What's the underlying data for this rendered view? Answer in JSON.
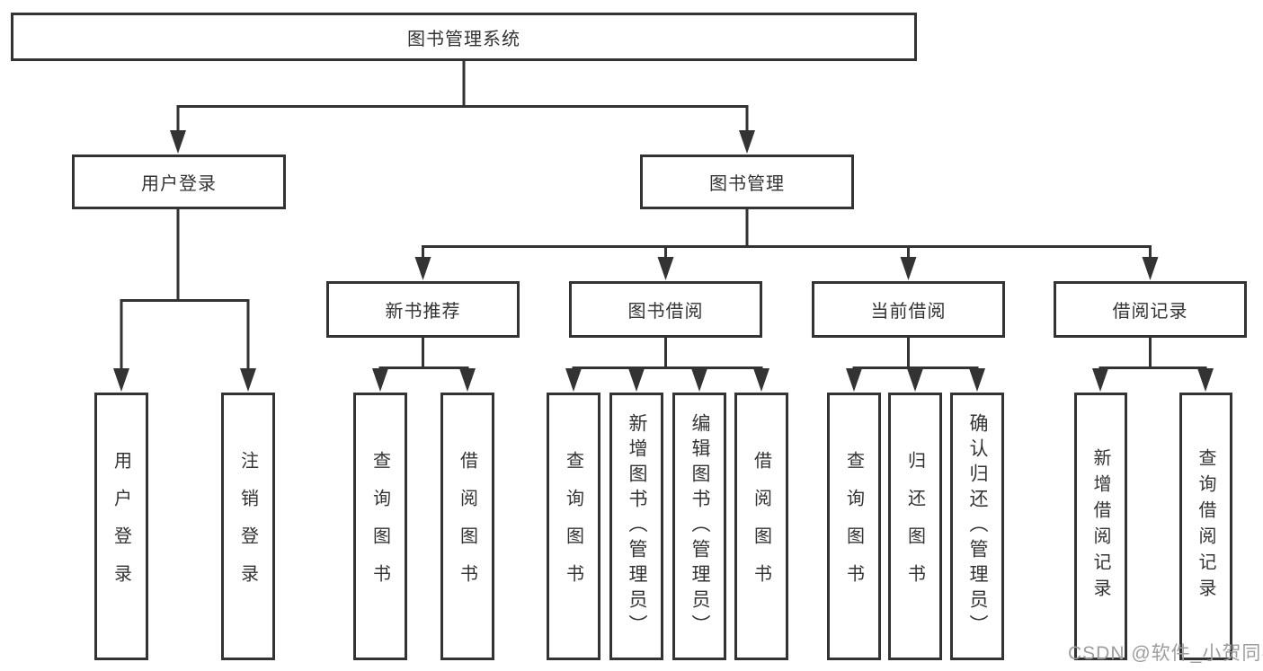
{
  "diagram": {
    "root": {
      "label": "图书管理系统"
    },
    "level2": [
      {
        "label": "用户登录"
      },
      {
        "label": "图书管理"
      }
    ],
    "level3": [
      {
        "label": "新书推荐"
      },
      {
        "label": "图书借阅"
      },
      {
        "label": "当前借阅"
      },
      {
        "label": "借阅记录"
      }
    ],
    "leaves": {
      "user": [
        {
          "label": "用户登录"
        },
        {
          "label": "注销登录"
        }
      ],
      "newbook": [
        {
          "label": "查询图书"
        },
        {
          "label": "借阅图书"
        }
      ],
      "borrow": [
        {
          "label": "查询图书"
        },
        {
          "label": "新增图书（管理员）"
        },
        {
          "label": "编辑图书（管理员）"
        },
        {
          "label": "借阅图书"
        }
      ],
      "current": [
        {
          "label": "查询图书"
        },
        {
          "label": "归还图书"
        },
        {
          "label": "确认归还（管理员）"
        }
      ],
      "records": [
        {
          "label": "新增借阅记录"
        },
        {
          "label": "查询借阅记录"
        }
      ]
    }
  },
  "watermark": {
    "text": "CSDN @软件_小贺同学"
  },
  "colors": {
    "line": "#333333",
    "box_border": "#333333",
    "text": "#333333",
    "watermark_text": "#9d9d9d",
    "background": "#ffffff"
  }
}
